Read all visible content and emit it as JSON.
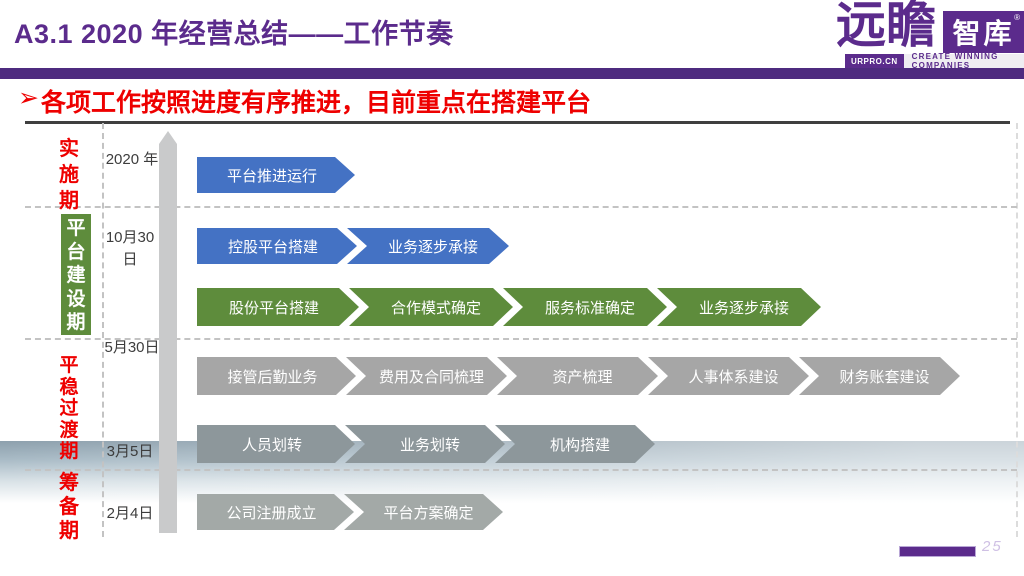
{
  "header": {
    "title": "A3.1 2020 年经营总结——工作节奏",
    "subtitle_bullet": "➢",
    "subtitle": "各项工作按照进度有序推进，目前重点在搭建平台",
    "logo": {
      "calligraphy": "远瞻",
      "block_text": "智库",
      "trademark": "®",
      "domain": "URPRO.CN",
      "slogan": "CREATE WINNING COMPANIES"
    }
  },
  "colors": {
    "brand_purple": "#5B2B8C",
    "header_bar_purple": "#4E2B7F",
    "accent_red": "#EE0000",
    "arrow_blue": "#4472C4",
    "arrow_green": "#5E8C3C",
    "arrow_gray": "#A6A6A6"
  },
  "timeline": {
    "phases": [
      {
        "label": "实施期"
      },
      {
        "label": "平台建设期"
      },
      {
        "label": "平稳过渡期"
      },
      {
        "label": "筹备期"
      }
    ],
    "rows": [
      {
        "date": "2020 年",
        "color": "#4472C4",
        "steps": [
          "平台推进运行"
        ]
      },
      {
        "date": "10月30日",
        "color": "#4472C4",
        "steps": [
          "控股平台搭建",
          "业务逐步承接"
        ]
      },
      {
        "date": "",
        "color": "#5E8C3C",
        "steps": [
          "股份平台搭建",
          "合作模式确定",
          "服务标准确定",
          "业务逐步承接"
        ]
      },
      {
        "date": "5月30日",
        "color": "#A6A6A6",
        "steps": [
          "接管后勤业务",
          "费用及合同梳理",
          "资产梳理",
          "人事体系建设",
          "财务账套建设"
        ]
      },
      {
        "date": "3月5日",
        "color": "#8D979B",
        "steps": [
          "人员划转",
          "业务划转",
          "机构搭建"
        ]
      },
      {
        "date": "2月4日",
        "color": "#A3A9A7",
        "steps": [
          "公司注册成立",
          "平台方案确定"
        ]
      }
    ]
  },
  "footer": {
    "page_number": "25"
  }
}
